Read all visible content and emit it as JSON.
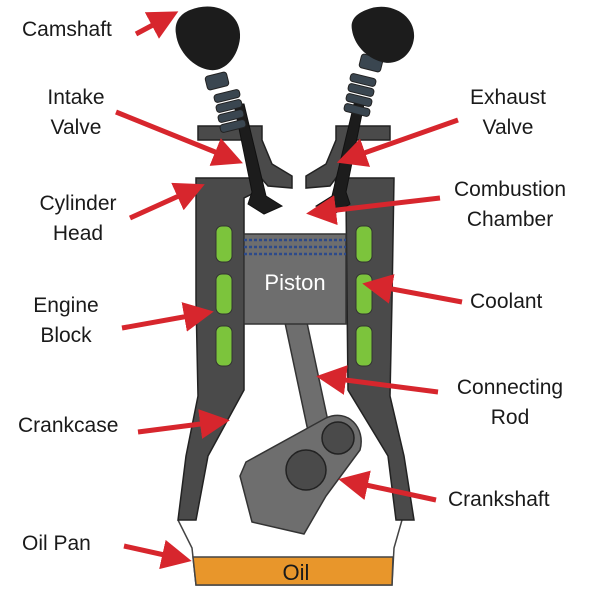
{
  "labels": {
    "camshaft": "Camshaft",
    "intake_1": "Intake",
    "intake_2": "Valve",
    "exhaust_1": "Exhaust",
    "exhaust_2": "Valve",
    "cylinder_1": "Cylinder",
    "cylinder_2": "Head",
    "combustion_1": "Combustion",
    "combustion_2": "Chamber",
    "engine_1": "Engine",
    "engine_2": "Block",
    "coolant": "Coolant",
    "connecting_1": "Connecting",
    "connecting_2": "Rod",
    "crankcase": "Crankcase",
    "crankshaft": "Crankshaft",
    "oil_pan": "Oil Pan",
    "piston": "Piston",
    "oil": "Oil"
  },
  "colors": {
    "arrow": "#d7262d",
    "block": "#4a4a4a",
    "piston": "#6e6e6e",
    "coolant": "#7cc43c",
    "oil": "#e8962b",
    "cam": "#1c1c1c",
    "spring": "#3a4650",
    "ring": "#2d4a8a"
  }
}
